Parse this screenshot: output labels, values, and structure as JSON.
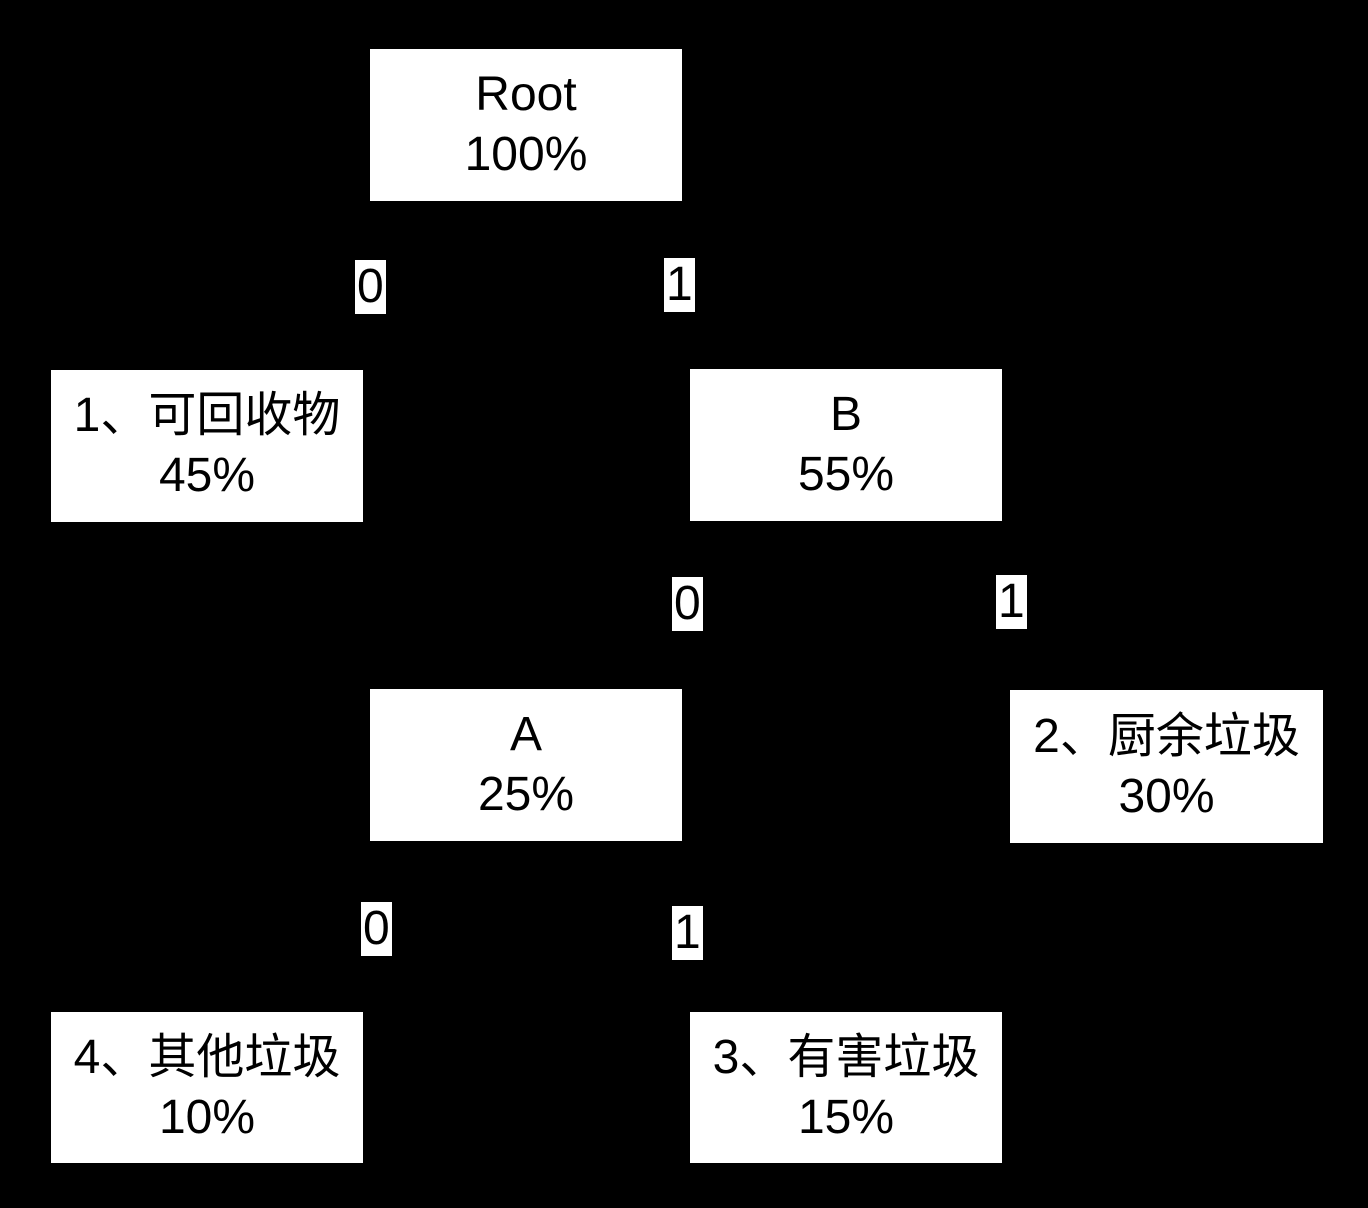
{
  "diagram": {
    "description_colors": {
      "background": "#000000",
      "node_fill": "#ffffff",
      "text": "#000000"
    },
    "nodes": [
      {
        "id": "root",
        "line1": "Root",
        "line2": "100%"
      },
      {
        "id": "node-1",
        "line1": "1、可回收物",
        "line2": "45%"
      },
      {
        "id": "node-b",
        "line1": "B",
        "line2": "55%"
      },
      {
        "id": "node-a",
        "line1": "A",
        "line2": "25%"
      },
      {
        "id": "node-2",
        "line1": "2、厨余垃圾",
        "line2": "30%"
      },
      {
        "id": "node-4",
        "line1": "4、其他垃圾",
        "line2": "10%"
      },
      {
        "id": "node-3",
        "line1": "3、有害垃圾",
        "line2": "15%"
      }
    ],
    "edge_labels": [
      {
        "id": "root-left",
        "text": "0"
      },
      {
        "id": "root-right",
        "text": "1"
      },
      {
        "id": "b-left",
        "text": "0"
      },
      {
        "id": "b-right",
        "text": "1"
      },
      {
        "id": "a-left",
        "text": "0"
      },
      {
        "id": "a-right",
        "text": "1"
      }
    ]
  }
}
